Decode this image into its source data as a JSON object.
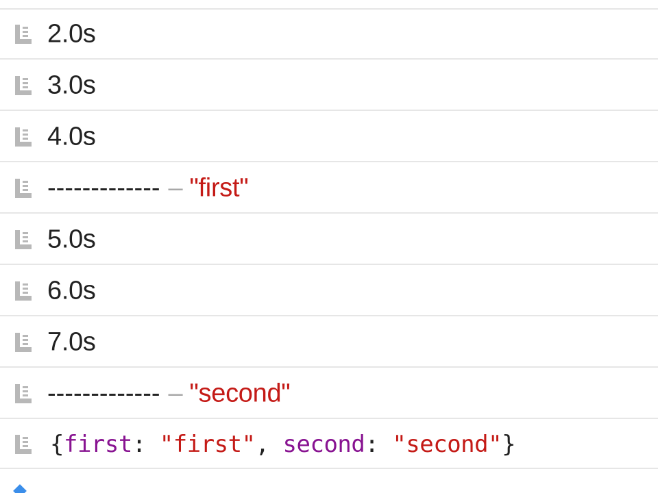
{
  "console": {
    "entries": [
      {
        "type": "log",
        "icon": "log-message-icon",
        "text": "2.0s"
      },
      {
        "type": "log",
        "icon": "log-message-icon",
        "text": "3.0s"
      },
      {
        "type": "log",
        "icon": "log-message-icon",
        "text": "4.0s"
      },
      {
        "type": "log-with-string",
        "icon": "log-message-icon",
        "dashes": "-------------",
        "separator": "–",
        "string": "\"first\""
      },
      {
        "type": "log",
        "icon": "log-message-icon",
        "text": "5.0s"
      },
      {
        "type": "log",
        "icon": "log-message-icon",
        "text": "6.0s"
      },
      {
        "type": "log",
        "icon": "log-message-icon",
        "text": "7.0s"
      },
      {
        "type": "log-with-string",
        "icon": "log-message-icon",
        "dashes": "-------------",
        "separator": "–",
        "string": "\"second\""
      },
      {
        "type": "object",
        "icon": "log-message-icon",
        "open_brace": "{",
        "props": [
          {
            "key": "first",
            "colon": ": ",
            "value": "\"first\"",
            "comma": ", "
          },
          {
            "key": "second",
            "colon": ": ",
            "value": "\"second\"",
            "comma": ""
          }
        ],
        "close_brace": "}"
      }
    ]
  },
  "colors": {
    "text": "#222222",
    "string": "#c41a16",
    "object_key": "#881391",
    "separator": "#a8a8a8",
    "row_border": "#e6e6e6",
    "icon": "#b8b8b8",
    "prompt": "#3b8eea"
  }
}
